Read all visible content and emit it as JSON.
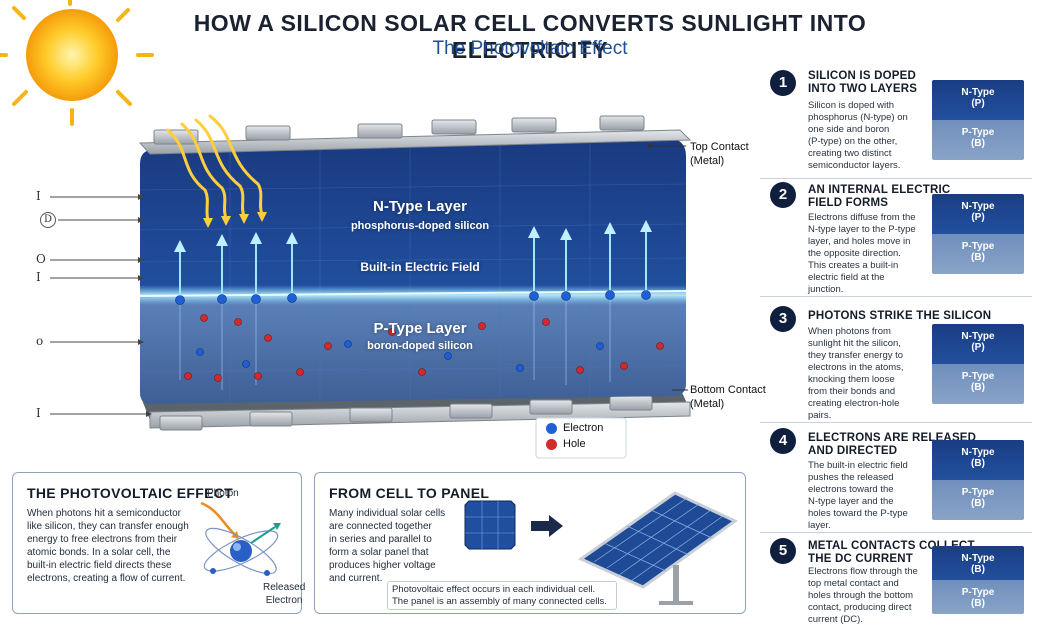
{
  "header": {
    "title": "HOW A SILICON SOLAR CELL CONVERTS SUNLIGHT INTO ELECTRICITY",
    "subtitle": "The Photovoltaic Effect"
  },
  "cell": {
    "n_layer_title": "N-Type Layer",
    "n_layer_sub": "phosphorus-doped silicon",
    "field_label": "Built-in Electric Field",
    "p_layer_title": "P-Type Layer",
    "p_layer_sub": "boron-doped silicon",
    "top_contact": "Top Contact",
    "top_contact_sub": "(Metal)",
    "bottom_contact": "Bottom Contact",
    "bottom_contact_sub": "(Metal)",
    "side_ticks": [
      "I",
      "D",
      "O",
      "I",
      "o",
      "I"
    ]
  },
  "legend": {
    "electron": "Electron",
    "hole": "Hole",
    "electron_color": "#1f5fd6",
    "hole_color": "#d02a2a"
  },
  "photovoltaic_box": {
    "title": "THE PHOTOVOLTAIC EFFECT",
    "photon_label": "Photon",
    "released_label": "Released",
    "released_label2": "Electron",
    "body": [
      "When photons hit a semiconductor",
      "like silicon, they can transfer enough",
      "energy to free electrons from their",
      "atomic bonds. In a solar cell, the",
      "built-in electric field directs these",
      "electrons, creating a flow of current."
    ]
  },
  "panel_box": {
    "title": "FROM CELL TO PANEL",
    "body": [
      "Many individual solar cells",
      "are connected together",
      "in series and parallel to",
      "form a solar panel that",
      "produces higher voltage",
      "and current."
    ],
    "note": [
      "Photovoltaic effect occurs in each individual cell.",
      "The panel is an assembly of many connected cells."
    ]
  },
  "steps": [
    {
      "num": "1",
      "title": [
        "SILICON IS DOPED",
        "INTO TWO LAYERS"
      ],
      "body": [
        "Silicon is doped with",
        "phosphorus (N-type) on",
        "one side and boron",
        "(P-type) on the other,",
        "creating two distinct",
        "semiconductor layers."
      ],
      "top_label": [
        "N-Type",
        "(P)"
      ],
      "bottom_label": [
        "P-Type",
        "(B)"
      ]
    },
    {
      "num": "2",
      "title": [
        "AN INTERNAL ELECTRIC",
        "FIELD FORMS"
      ],
      "body": [
        "Electrons diffuse from the",
        "N-type layer to the P-type",
        "layer, and holes move in",
        "the opposite direction.",
        "This creates a built-in",
        "electric field at the",
        "junction."
      ],
      "top_label": [
        "N-Type",
        "(P)"
      ],
      "bottom_label": [
        "P-Type",
        "(B)"
      ]
    },
    {
      "num": "3",
      "title": [
        "PHOTONS STRIKE THE SILICON"
      ],
      "body": [
        "When photons from",
        "sunlight hit the silicon,",
        "they transfer energy to",
        "electrons in the atoms,",
        "knocking them loose",
        "from their bonds and",
        "creating electron-hole",
        "pairs."
      ],
      "top_label": [
        "N-Type",
        "(P)"
      ],
      "bottom_label": [
        "P-Type",
        "(B)"
      ]
    },
    {
      "num": "4",
      "title": [
        "ELECTRONS ARE RELEASED",
        "AND DIRECTED"
      ],
      "body": [
        "The built-in electric field",
        "pushes the released",
        "electrons toward the",
        "N-type layer and the",
        "holes toward the P-type",
        "layer."
      ],
      "top_label": [
        "N-Type",
        "(B)"
      ],
      "bottom_label": [
        "P-Type",
        "(B)"
      ]
    },
    {
      "num": "5",
      "title": [
        "METAL CONTACTS COLLECT",
        "THE DC CURRENT"
      ],
      "body": [
        "Electrons flow through the",
        "top metal contact and",
        "holes through the bottom",
        "contact, producing direct",
        "current (DC)."
      ],
      "top_label": [
        "N-Type",
        "(B)"
      ],
      "bottom_label": [
        "P-Type",
        "(B)"
      ]
    }
  ]
}
